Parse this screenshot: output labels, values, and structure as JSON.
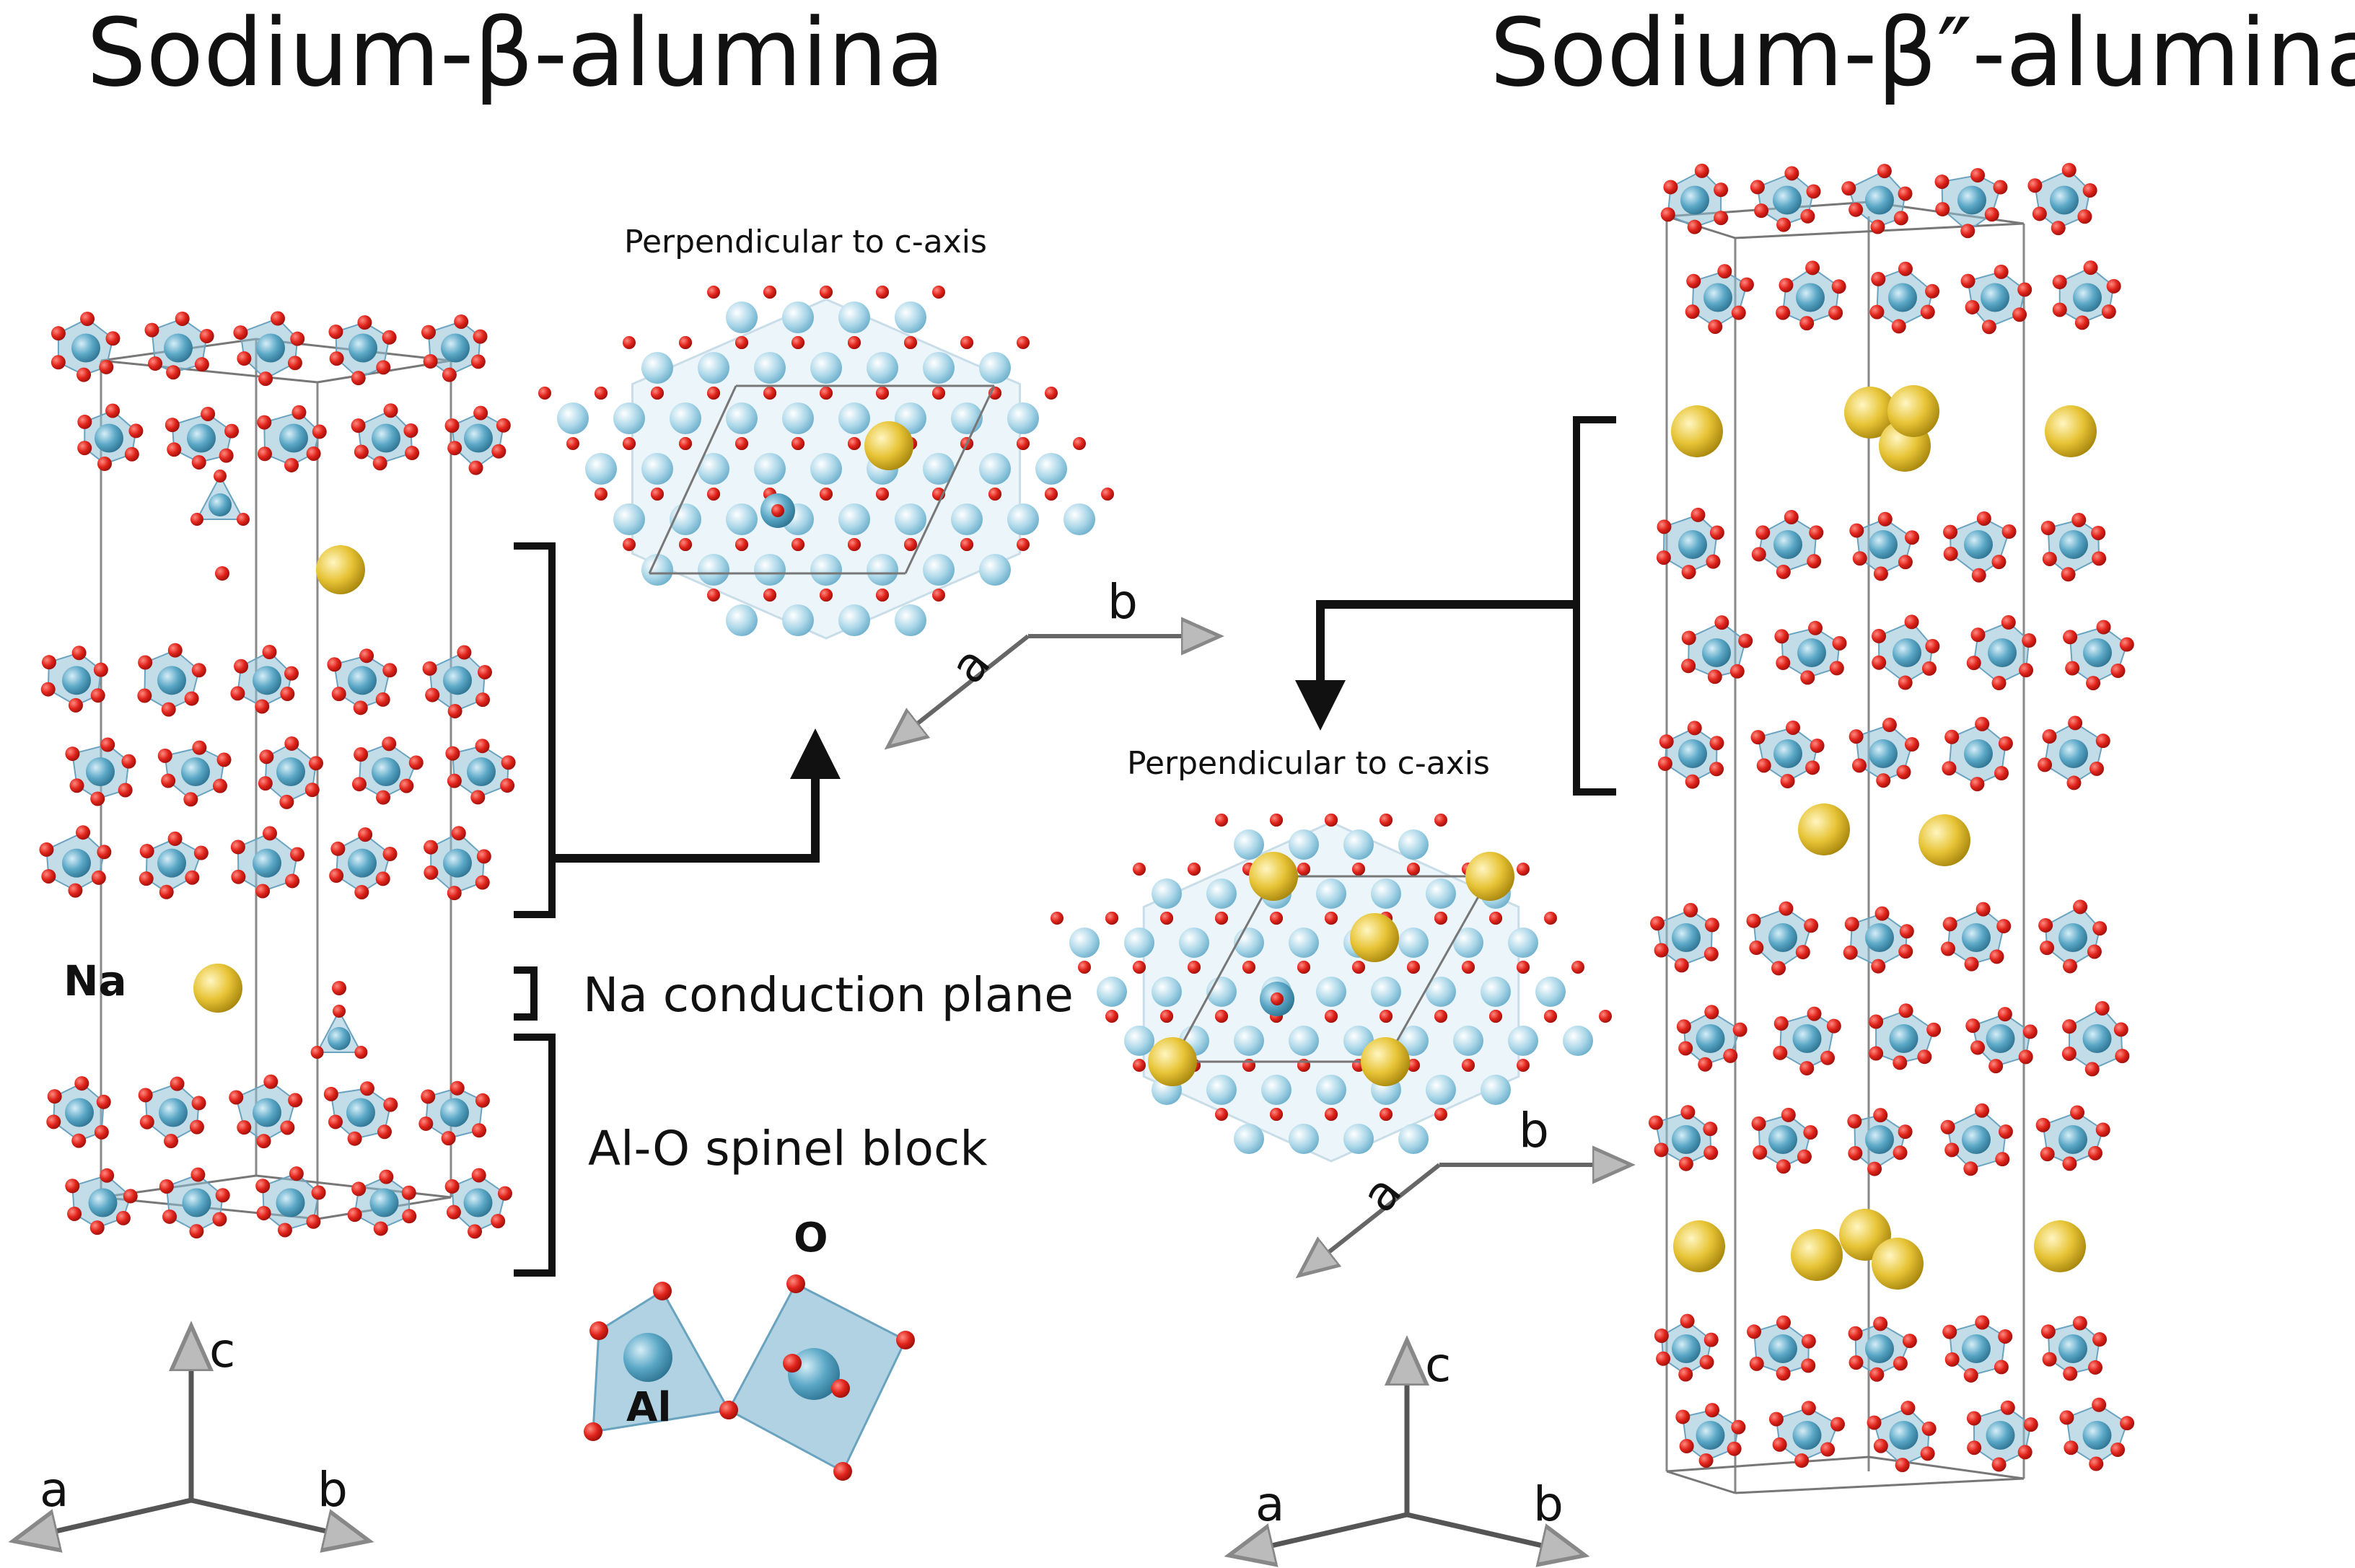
{
  "titles": {
    "left": "Sodium-β-alumina",
    "right": "Sodium-β″-alumina"
  },
  "views": {
    "left_projection": "Perpendicular to c-axis",
    "right_projection": "Perpendicular to c-axis"
  },
  "labels": {
    "na_atom": "Na",
    "na_conduction_plane": "Na conduction plane",
    "spinel_block": "Al-O spinel block",
    "oxygen": "O",
    "aluminum": "Al"
  },
  "axes": {
    "a": "a",
    "b": "b",
    "c": "c"
  },
  "colors": {
    "oxygen": "#e0241b",
    "aluminum": "#5aa7c6",
    "aluminum_light": "#a9d6e8",
    "sodium": "#e7c436",
    "polyhedron": "#8fbfd6",
    "bracket": "#111111",
    "unit_cell": "#888888"
  }
}
